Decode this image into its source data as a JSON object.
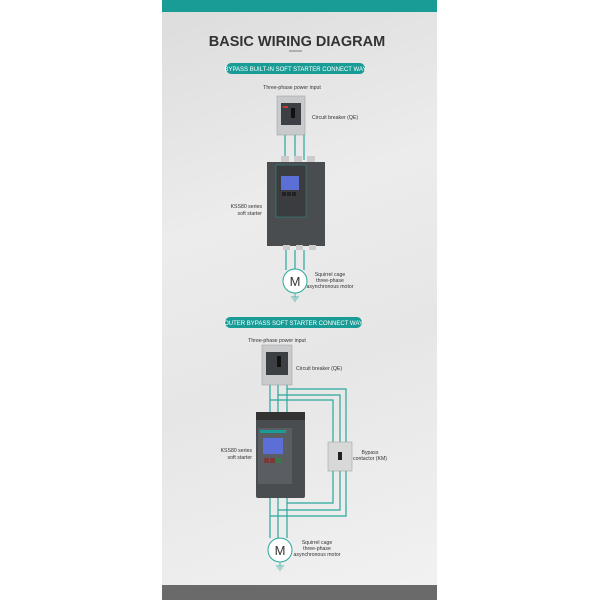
{
  "title": "BASIC WIRING DIAGRAM",
  "colors": {
    "accent": "#1a9c96",
    "wire": "#2aa79d",
    "device": "#4a4d50",
    "bottom_bar": "#6a6a6a"
  },
  "section1": {
    "heading": "BYPASS BUILT-IN SOFT STARTER CONNECT WAY",
    "power_input": "Three-phase power input",
    "breaker": "Circuit breaker (QE)",
    "starter_line1": "KSS80 series",
    "starter_line2": "soft starter",
    "motor_symbol": "M",
    "motor_line1": "Squirrel cage",
    "motor_line2": "three-phase",
    "motor_line3": "asynchronous motor"
  },
  "section2": {
    "heading": "OUTER BYPASS SOFT STARTER CONNECT WAY",
    "power_input": "Three-phase power input",
    "breaker": "Circuit breaker (QE)",
    "starter_line1": "KSS80 series",
    "starter_line2": "soft starter",
    "contactor_line1": "Bypass",
    "contactor_line2": "contactor (KM)",
    "motor_symbol": "M",
    "motor_line1": "Squirrel cage",
    "motor_line2": "three-phase",
    "motor_line3": "asynchronous motor"
  }
}
